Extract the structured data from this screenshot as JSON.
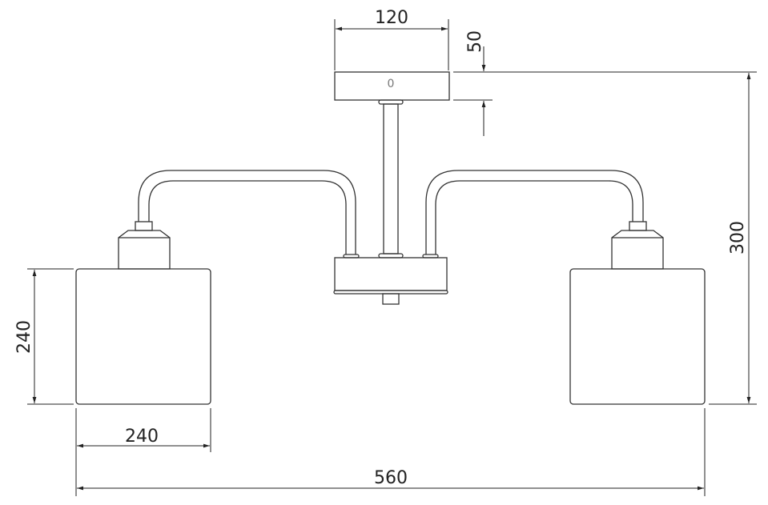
{
  "drawing": {
    "title": "Ceiling lamp with two shades — dimension drawing",
    "canopy_mark": "0",
    "dimensions": {
      "canopy_width": "120",
      "canopy_height": "50",
      "total_height": "300",
      "shade_height": "240",
      "shade_width": "240",
      "total_width": "560"
    },
    "line_color": "#333333"
  }
}
